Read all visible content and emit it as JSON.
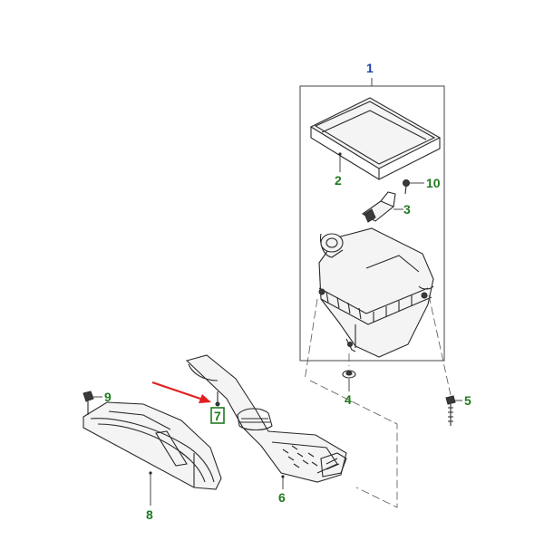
{
  "diagram": {
    "label_colors": {
      "assembly": "#1f3fa8",
      "part": "#1f7a1f",
      "pointer_arrow": "#e21e1e",
      "highlight_box": "#1f7a1f"
    },
    "callouts": {
      "c1": "1",
      "c2": "2",
      "c3": "3",
      "c4": "4",
      "c5": "5",
      "c6": "6",
      "c7": "7",
      "c8": "8",
      "c9": "9",
      "c10": "10"
    },
    "highlighted_part": "7"
  }
}
